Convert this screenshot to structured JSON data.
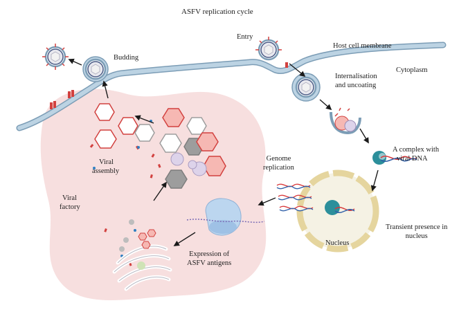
{
  "title": "ASFV replication cycle",
  "labels": {
    "entry": "Entry",
    "host_membrane": "Host cell membrane",
    "cytoplasm": "Cytoplasm",
    "budding": "Budding",
    "internalisation_line1": "Internalisation",
    "internalisation_line2": "and uncoating",
    "complex_line1": "A complex with",
    "complex_line2": "viral DNA",
    "genome_line1": "Genome",
    "genome_line2": "replication",
    "viral_assembly_line1": "Viral",
    "viral_assembly_line2": "assembly",
    "viral_factory_line1": "Viral",
    "viral_factory_line2": "factory",
    "nucleus": "Nucleus",
    "transient_line1": "Transient presence in",
    "transient_line2": "nucleus",
    "expression_line1": "Expression of",
    "expression_line2": "ASFV antigens"
  },
  "colors": {
    "membrane_fill": "#bcd3e3",
    "membrane_stroke": "#7c9db6",
    "factory": "#f6dcdb",
    "capsid_red": "#d2413f",
    "capsid_gray": "#9d9d9d",
    "capsid_pink": "#f6b8b3",
    "nucleus_fill": "#f5f2e4",
    "nucleus_envelope": "#e5d59e",
    "dna_red": "#d8383a",
    "dna_blue": "#2f5fa8",
    "complex_teal": "#2c8f9b",
    "ribosome_blue": "#bcd6ef",
    "vesicle_purple": "#ddd3ea"
  }
}
